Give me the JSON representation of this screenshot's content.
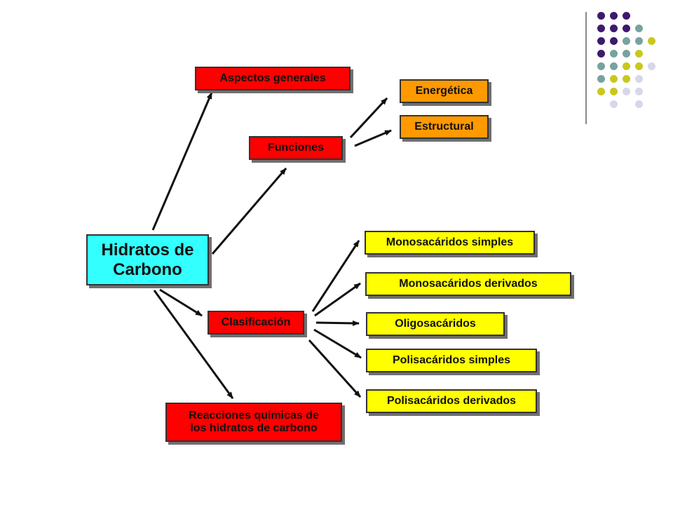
{
  "diagram": {
    "root": {
      "label_line1": "Hidratos de",
      "label_line2": "Carbono"
    },
    "aspectos": {
      "label": "Aspectos generales"
    },
    "funciones": {
      "label": "Funciones"
    },
    "energetica": {
      "label": "Energética"
    },
    "estructural": {
      "label": "Estructural"
    },
    "clasificacion": {
      "label": "Clasificación"
    },
    "mono_simples": {
      "label": "Monosacáridos simples"
    },
    "mono_derivados": {
      "label": "Monosacáridos derivados"
    },
    "oligo": {
      "label": "Oligosacáridos"
    },
    "poli_simples": {
      "label": "Polisacáridos simples"
    },
    "poli_derivados": {
      "label": "Polisacáridos derivados"
    },
    "reacciones": {
      "label_line1": "Reacciones químicas de",
      "label_line2": "los hidratos de carbono"
    }
  },
  "colors": {
    "red": "#ff0000",
    "orange": "#ff9900",
    "yellow": "#ffff00",
    "cyan": "#33ffff",
    "arrow": "#111111",
    "dot_purple": "#3d1a6e",
    "dot_teal": "#77a39f",
    "dot_olive": "#c8c81e",
    "dot_lavender": "#d7d7ea"
  },
  "decoration": {
    "dot_grid": [
      [
        "purple",
        "purple",
        "purple",
        null,
        null
      ],
      [
        "purple",
        "purple",
        "purple",
        "teal",
        null
      ],
      [
        "purple",
        "purple",
        "teal",
        "teal",
        "olive"
      ],
      [
        "purple",
        "teal",
        "teal",
        "olive",
        null
      ],
      [
        "teal",
        "teal",
        "olive",
        "olive",
        "lavender"
      ],
      [
        "teal",
        "olive",
        "olive",
        "lavender",
        null
      ],
      [
        "olive",
        "olive",
        "lavender",
        "lavender",
        null
      ],
      [
        null,
        "lavender",
        null,
        "lavender",
        null
      ]
    ]
  }
}
